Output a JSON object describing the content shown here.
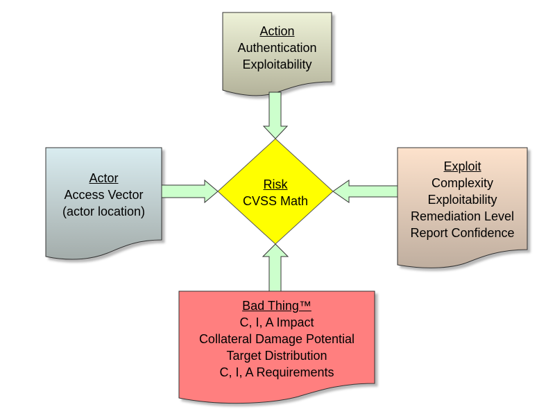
{
  "diagram": {
    "center": {
      "title": "Risk",
      "lines": [
        "CVSS Math"
      ],
      "fill": "#ffff00"
    },
    "nodes": [
      {
        "id": "action",
        "title": "Action",
        "lines": [
          "Authentication",
          "Exploitability"
        ],
        "fill_top": "#eef2d8",
        "fill_bottom": "#b3b29a",
        "position": "top"
      },
      {
        "id": "actor",
        "title": "Actor",
        "lines": [
          "Access Vector",
          "(actor location)"
        ],
        "fill_top": "#d9ecf0",
        "fill_bottom": "#a3acaa",
        "position": "left"
      },
      {
        "id": "exploit",
        "title": "Exploit",
        "lines": [
          "Complexity",
          "Exploitability",
          "Remediation Level",
          "Report Confidence"
        ],
        "fill_top": "#fde2cc",
        "fill_bottom": "#bfae9f",
        "position": "right"
      },
      {
        "id": "bad-thing",
        "title": "Bad Thing™",
        "lines": [
          "C, I, A Impact",
          "Collateral Damage Potential",
          "Target Distribution",
          "C, I, A Requirements"
        ],
        "fill_top": "#ff7f7f",
        "fill_bottom": "#ff7f7f",
        "position": "bottom"
      }
    ],
    "edges": [
      {
        "from": "action",
        "to": "center"
      },
      {
        "from": "actor",
        "to": "center"
      },
      {
        "from": "exploit",
        "to": "center"
      },
      {
        "from": "bad-thing",
        "to": "center"
      }
    ],
    "arrow_fill": "#ccffcc"
  }
}
